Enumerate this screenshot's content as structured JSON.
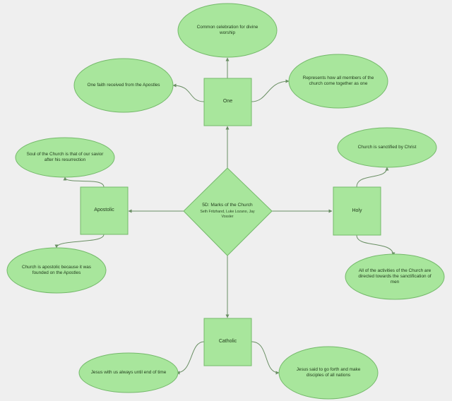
{
  "colors": {
    "background": "#efefef",
    "fill": "#a8e69c",
    "stroke": "#74b96a",
    "connector": "#6a8f64",
    "text": "#1f3a1a"
  },
  "center": {
    "title": "5D: Marks of the Church",
    "subtitle": "Seth Fritzhand, Luke Lozano, Jay Vossler"
  },
  "marks": {
    "one": "One",
    "holy": "Holy",
    "catholic": "Catholic",
    "apostolic": "Apostolic"
  },
  "details": {
    "one_top": "Common celebration for divine worship",
    "one_left": "One faith received from the Apostles",
    "one_right": "Represents how all members of the church come together as one",
    "holy_top": "Church is sanctified by Christ",
    "holy_bottom": "All of the activities of the Church are directed towards the sanctification of men",
    "catholic_left": "Jesus with us always until end of time",
    "catholic_right": "Jesus said to go forth and make disciples of all nations",
    "apostolic_top": "Soul of the Church is that of our savior after his resurrection",
    "apostolic_bottom": "Church is apostolic because it was founded on the Apostles"
  }
}
